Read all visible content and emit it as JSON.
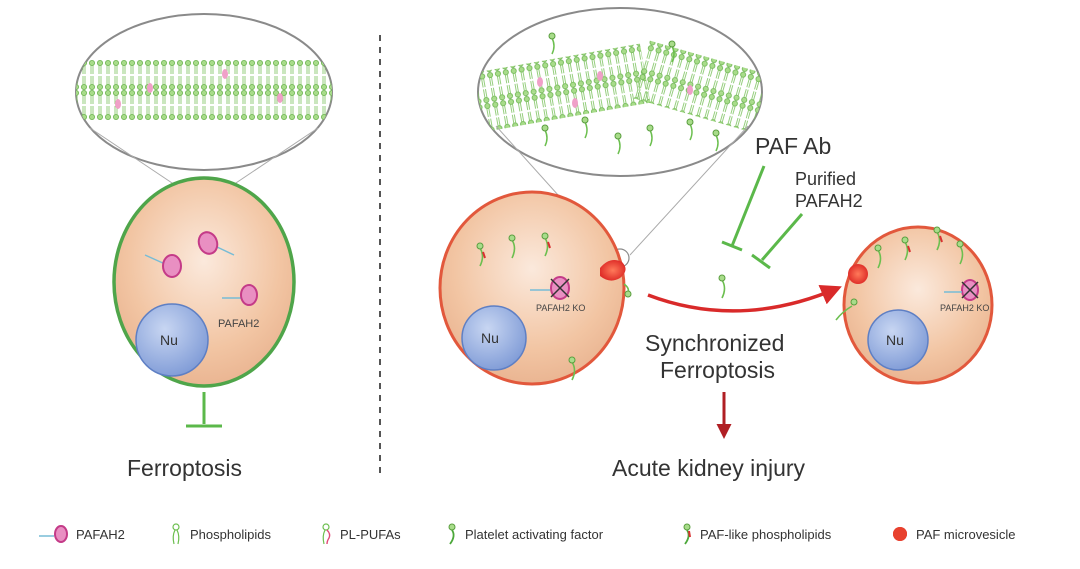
{
  "left_panel": {
    "protein_label": "PAFAH2",
    "nucleus_label": "Nu",
    "outcome_label": "Ferroptosis"
  },
  "right_panel": {
    "cell1_nucleus_label": "Nu",
    "cell1_ko_label": "PAFAH2 KO",
    "cell2_nucleus_label": "Nu",
    "cell2_ko_label": "PAFAH2 KO",
    "antibody_label": "PAF Ab",
    "purified_label_line1": "Purified",
    "purified_label_line2": "PAFAH2",
    "process_label_line1": "Synchronized",
    "process_label_line2": "Ferroptosis",
    "outcome_label": "Acute kidney injury"
  },
  "legend": [
    {
      "icon": "pafah2-icon",
      "label": "PAFAH2"
    },
    {
      "icon": "phospholipid-icon",
      "label": "Phospholipids"
    },
    {
      "icon": "pl-pufa-icon",
      "label": "PL-PUFAs"
    },
    {
      "icon": "platelet-activating-factor-icon",
      "label": "Platelet activating factor"
    },
    {
      "icon": "paf-like-phospholipid-icon",
      "label": "PAF-like phospholipids"
    },
    {
      "icon": "paf-microvesicle-icon",
      "label": "PAF microvesicle"
    }
  ],
  "colors": {
    "healthy_membrane": "#4fa54a",
    "dying_membrane": "#e2583c",
    "cytoplasm": "#f3c8a8",
    "nucleus": "#8aa6dc",
    "pafah2": "#d94f9d",
    "lipid": "#8ccf6a",
    "inhibitor": "#5bb84a",
    "arrow_red": "#d92a2a",
    "arrow_dark_red": "#b01f24"
  }
}
